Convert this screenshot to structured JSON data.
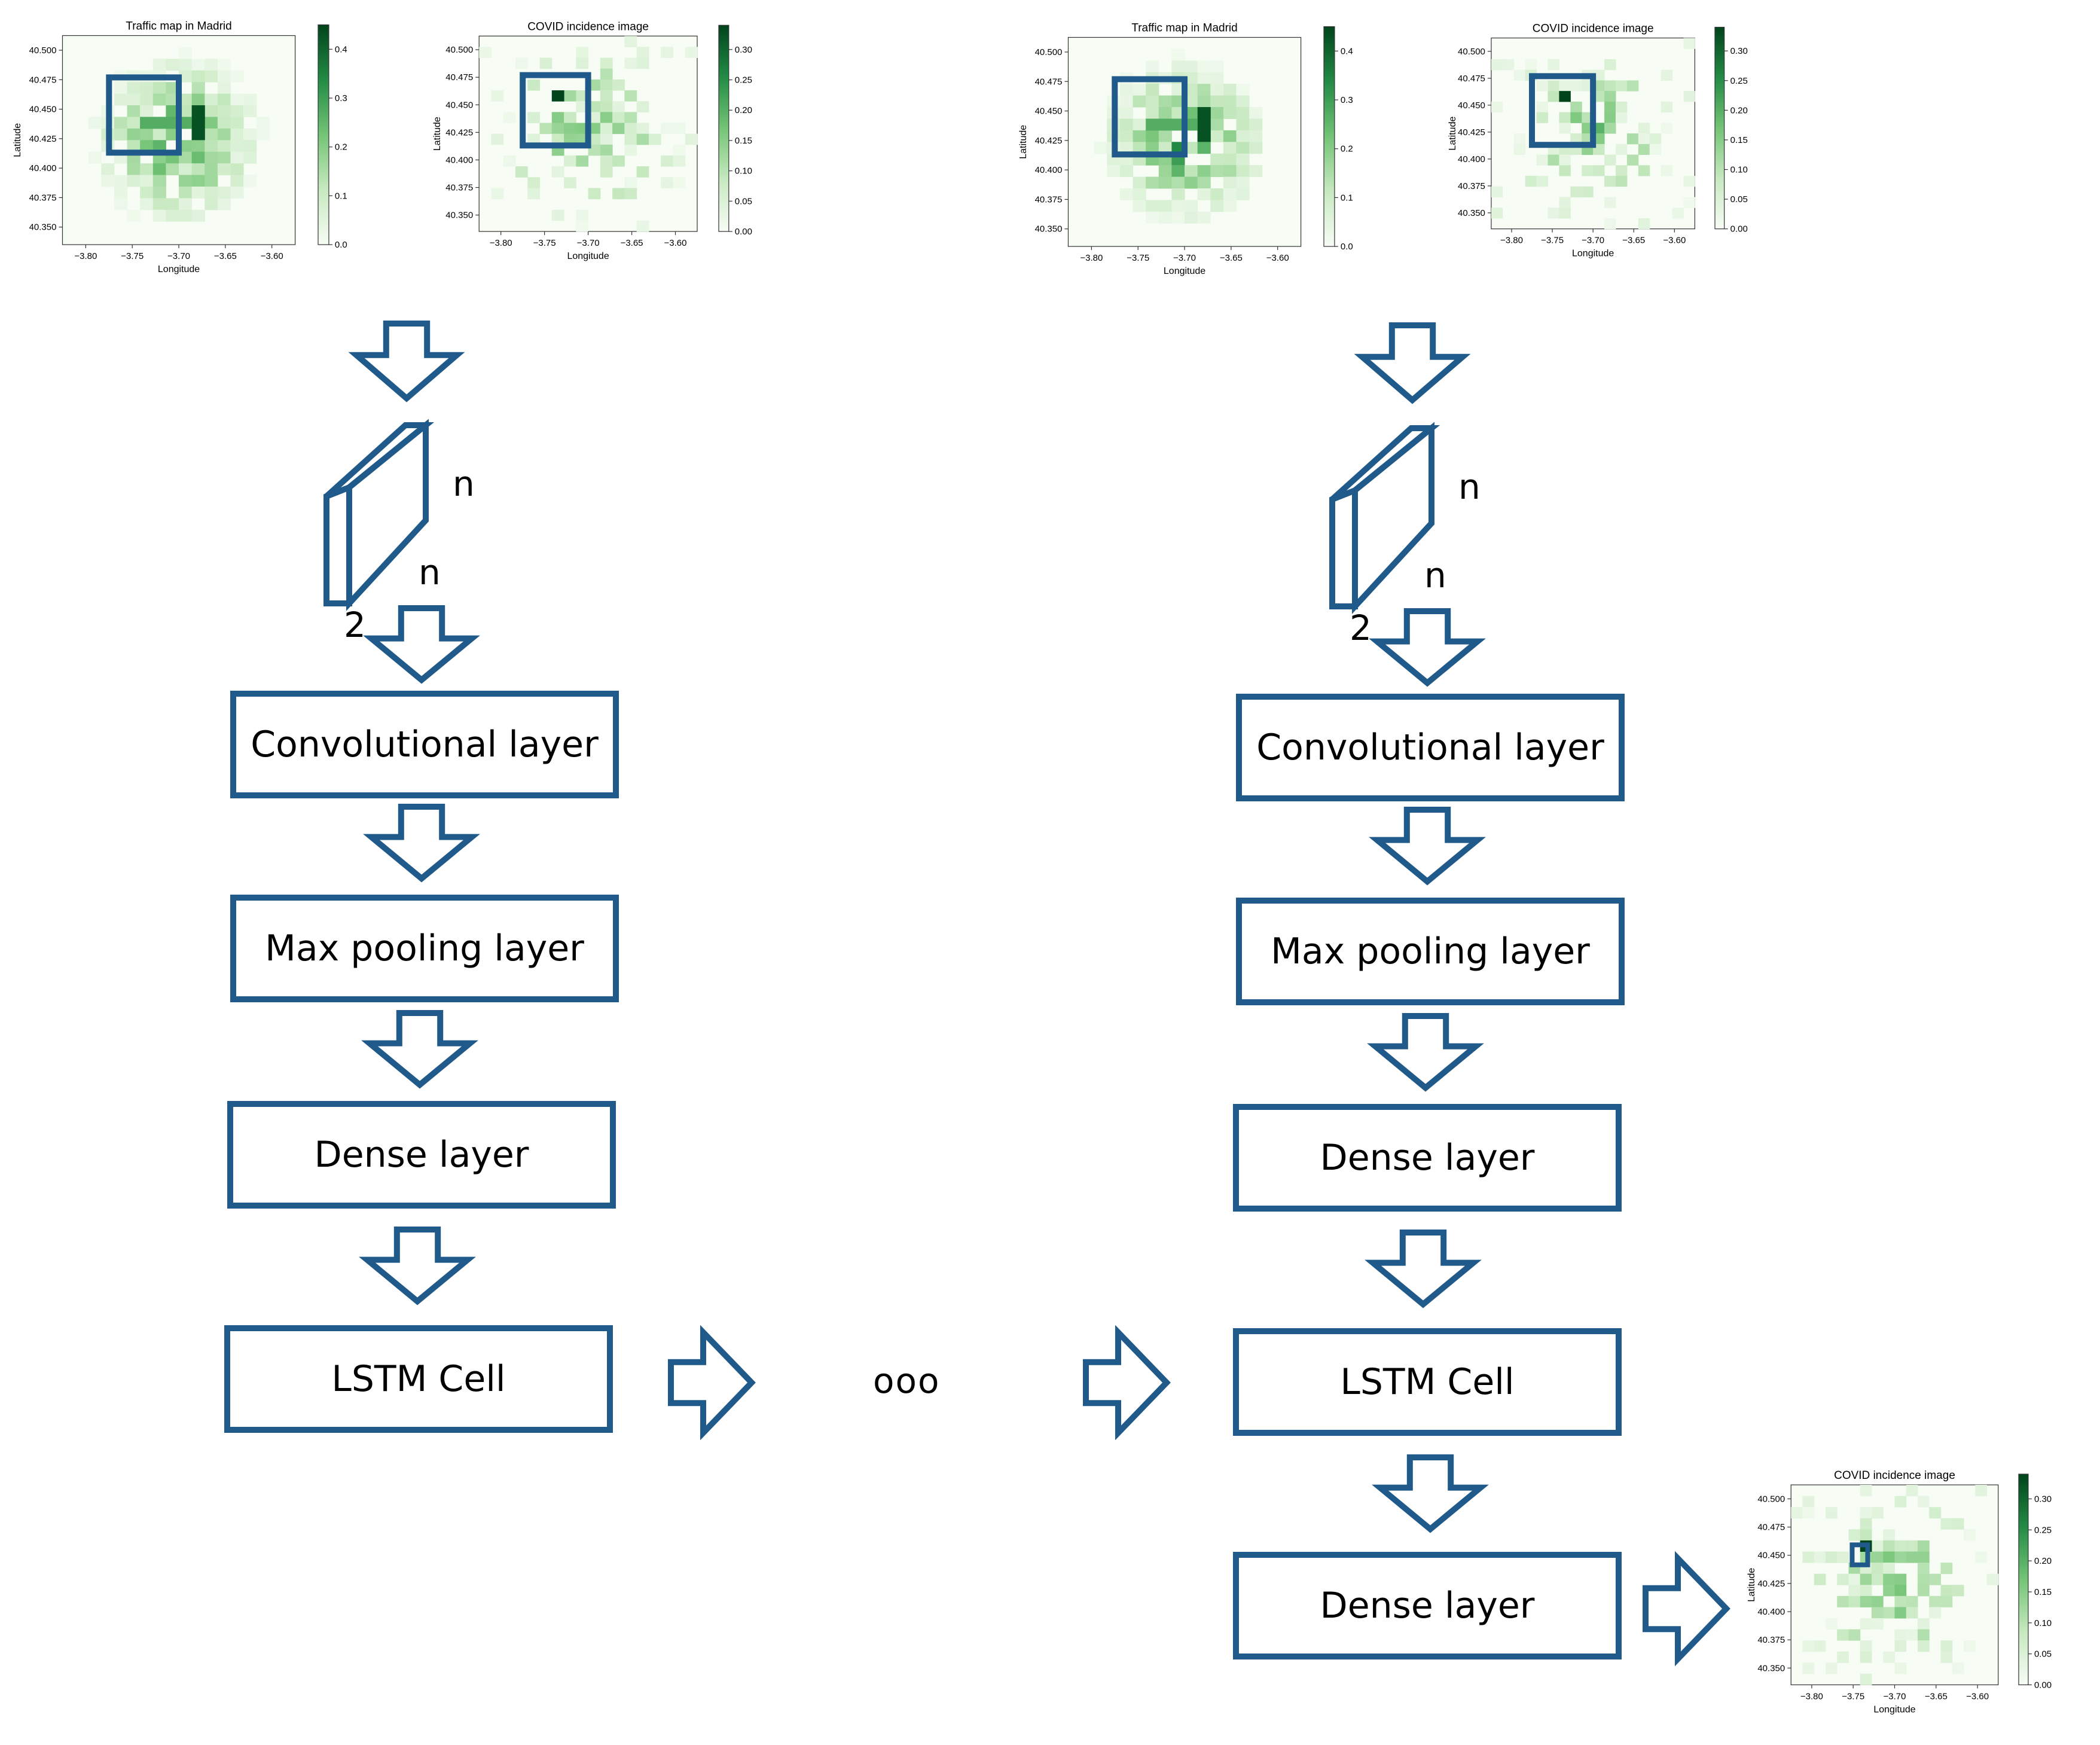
{
  "colors": {
    "accent": "#1f5a8a"
  },
  "maps": {
    "traffic_title": "Traffic map in Madrid",
    "covid_title": "COVID incidence image",
    "xlabel": "Longitude",
    "ylabel": "Latitude",
    "x_ticks": [
      "−3.80",
      "−3.75",
      "−3.70",
      "−3.65",
      "−3.60"
    ],
    "y_ticks": [
      "40.500",
      "40.475",
      "40.450",
      "40.425",
      "40.400",
      "40.375",
      "40.350"
    ],
    "traffic_cbar_ticks": [
      "0.4",
      "0.3",
      "0.2",
      "0.1",
      "0.0"
    ],
    "covid_cbar_ticks": [
      "0.30",
      "0.25",
      "0.20",
      "0.15",
      "0.10",
      "0.05",
      "0.00"
    ]
  },
  "input_dims": {
    "n_top": "n",
    "n_side": "n",
    "depth": "2"
  },
  "layers": {
    "conv": "Convolutional layer",
    "pool": "Max pooling layer",
    "dense": "Dense layer",
    "lstm": "LSTM Cell",
    "dense_out": "Dense layer"
  },
  "ellipsis": "ooo",
  "chart_data": [
    {
      "type": "heatmap",
      "title": "Traffic map in Madrid",
      "xlabel": "Longitude",
      "ylabel": "Latitude",
      "xlim": [
        -3.83,
        -3.58
      ],
      "ylim": [
        40.33,
        40.51
      ],
      "colorbar_range": [
        0.0,
        0.45
      ],
      "colormap": "Greens"
    },
    {
      "type": "heatmap",
      "title": "COVID incidence image",
      "xlabel": "Longitude",
      "ylabel": "Latitude",
      "xlim": [
        -3.83,
        -3.58
      ],
      "ylim": [
        40.33,
        40.51
      ],
      "colorbar_range": [
        0.0,
        0.34
      ],
      "colormap": "Greens"
    },
    {
      "type": "heatmap",
      "title": "Traffic map in Madrid",
      "xlabel": "Longitude",
      "ylabel": "Latitude",
      "xlim": [
        -3.83,
        -3.58
      ],
      "ylim": [
        40.33,
        40.51
      ],
      "colorbar_range": [
        0.0,
        0.45
      ],
      "colormap": "Greens"
    },
    {
      "type": "heatmap",
      "title": "COVID incidence image",
      "xlabel": "Longitude",
      "ylabel": "Latitude",
      "xlim": [
        -3.83,
        -3.58
      ],
      "ylim": [
        40.33,
        40.51
      ],
      "colorbar_range": [
        0.0,
        0.34
      ],
      "colormap": "Greens"
    },
    {
      "type": "heatmap",
      "title": "COVID incidence image",
      "xlabel": "Longitude",
      "ylabel": "Latitude",
      "xlim": [
        -3.83,
        -3.58
      ],
      "ylim": [
        40.33,
        40.51
      ],
      "colorbar_range": [
        0.0,
        0.34
      ],
      "colormap": "Greens"
    }
  ]
}
